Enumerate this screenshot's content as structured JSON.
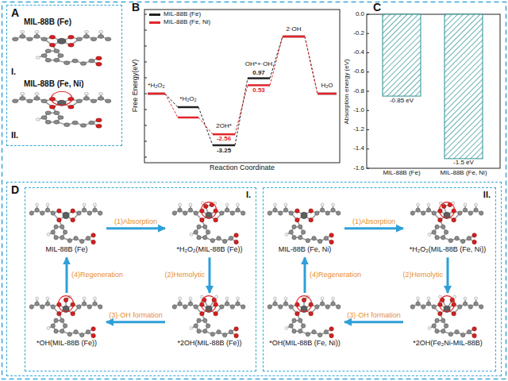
{
  "diagram": {
    "nodes": [
      {
        "text": [
          "A"
        ]
      },
      {
        "text": [
          "D"
        ]
      },
      {
        "text": [
          "I."
        ],
        "in": 1
      },
      {
        "text": [
          "II."
        ],
        "in": 1
      },
      {
        "text": [
          "MIL-88B (Fe)"
        ],
        "in": 2
      },
      {
        "text": [
          "*H₂O₂(MIL-88B (Fe))"
        ],
        "in": 2
      },
      {
        "text": [
          "*OH(MIL-88B (Fe))"
        ],
        "in": 2
      },
      {
        "text": [
          "*2OH(MIL-88B (Fe))"
        ],
        "in": 2
      },
      {
        "text": [
          "MIL-88B (Fe, Ni)"
        ],
        "in": 3
      },
      {
        "text": [
          "*H₂O₂(MIL-88B (Fe, Ni))"
        ],
        "in": 3
      },
      {
        "text": [
          "*OH(MIL-88B (Fe, Ni))"
        ],
        "in": 3
      },
      {
        "text": [
          "*2OH(Fe₂Ni-MIL-88B)"
        ],
        "in": 3
      }
    ],
    "edges": [
      {
        "from": 4,
        "to": 5,
        "label": "(1)Absorption",
        "arrow": "to"
      },
      {
        "from": 5,
        "to": 7,
        "label": "(2)Hemolytic",
        "arrow": "to"
      },
      {
        "from": 7,
        "to": 6,
        "label": "(3)·OH formation",
        "arrow": "to"
      },
      {
        "from": 6,
        "to": 4,
        "label": "(4)Regeneration",
        "arrow": "to"
      },
      {
        "from": 8,
        "to": 9,
        "label": "(1)Absorption",
        "arrow": "to"
      },
      {
        "from": 9,
        "to": 11,
        "label": "(2)Hemolytic",
        "arrow": "to"
      },
      {
        "from": 11,
        "to": 10,
        "label": "(3)·OH formation",
        "arrow": "to"
      },
      {
        "from": 10,
        "to": 8,
        "label": "(4)Regeneration",
        "arrow": "to"
      }
    ],
    "labels": [
      "MIL-88B (Fe)",
      "I.",
      "MIL-88B (Fe, Ni)",
      "II.",
      "B",
      "Free Energy(eV)",
      "Reaction Coordinate",
      "*H₂O₂",
      "*H₂O₂",
      "2OH*",
      "OH*+·OH",
      "2·OH",
      "H₂O",
      "-3.25",
      "-2.56",
      "0.97",
      "0.53",
      "C",
      "0.0",
      "-0.2",
      "-0.4",
      "-0.6",
      "-0.8",
      "-1.0",
      "-1.2",
      "-1.4",
      "-1.6",
      "-0.85 eV",
      "-1.5 eV",
      "MIL-88B (Fe)",
      "MIL-88B (Fe, Ni)",
      "Absorption energy (eV)"
    ],
    "legend": [
      {
        "text": "MIL-88B (Fe)",
        "color": "#222222"
      },
      {
        "text": "MIL-88B (Fe, Ni)",
        "color": "#e0262b"
      }
    ]
  }
}
